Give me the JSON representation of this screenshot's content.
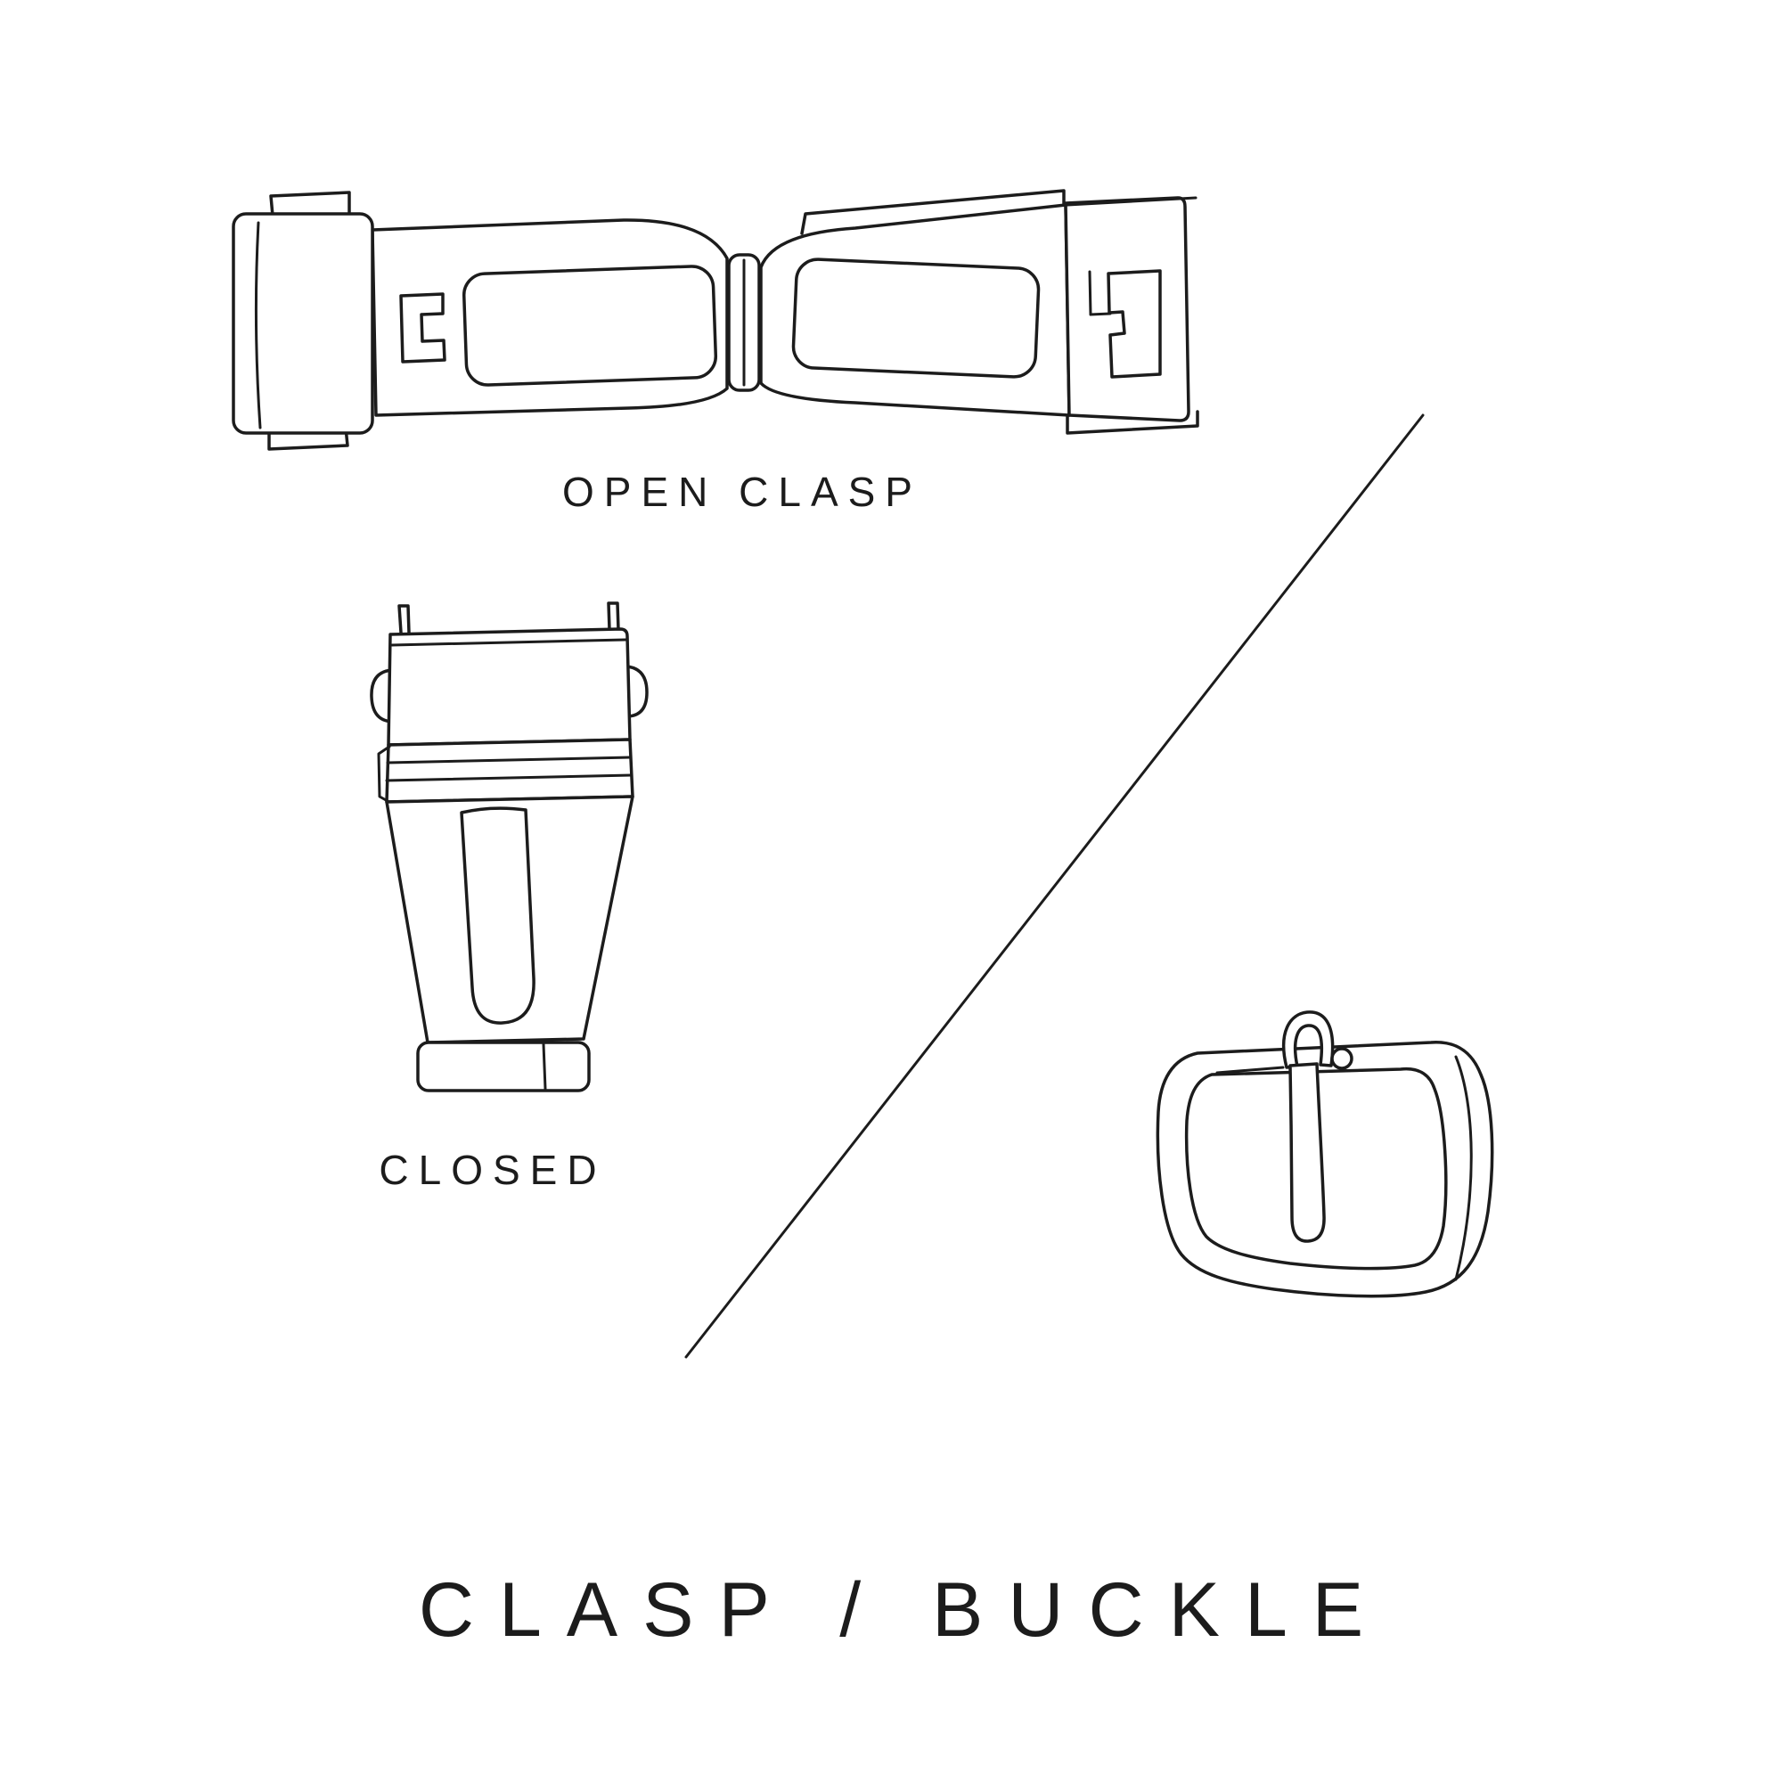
{
  "page": {
    "title": "CLASP / BUCKLE",
    "background_color": "#ffffff",
    "ink_color": "#1c1c1c"
  },
  "figures": {
    "open_clasp": {
      "label": "OPEN CLASP",
      "icon": "open-clasp-illustration"
    },
    "closed_clasp": {
      "label": "CLOSED",
      "icon": "closed-clasp-illustration"
    },
    "buckle": {
      "icon": "tang-buckle-illustration"
    }
  },
  "divider": {
    "icon": "diagonal-divider-line"
  }
}
